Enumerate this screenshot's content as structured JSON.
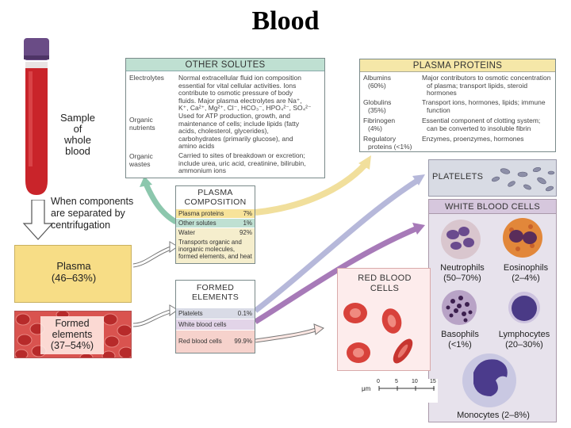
{
  "title": "Blood",
  "tube": {
    "line1": "Sample",
    "line2": "of",
    "line3": "whole",
    "line4": "blood"
  },
  "separation": {
    "line1": "When components",
    "line2": "are separated by",
    "line3": "centrifugation"
  },
  "plasma_box": {
    "label": "Plasma",
    "pct": "(46–63%)"
  },
  "formed_box": {
    "line1": "Formed",
    "line2": "elements",
    "pct": "(37–54%)"
  },
  "other_solutes": {
    "title": "OTHER SOLUTES",
    "rows": [
      {
        "name1": "Electrolytes",
        "name2": "",
        "desc": [
          "Normal extracellular fluid ion composition",
          "essential for vital cellular activities. Ions",
          "contribute to osmotic pressure of body",
          "fluids. Major plasma electrolytes are Na⁺,",
          "K⁺, Ca²⁺, Mg²⁺, Cl⁻, HCO₃⁻, HPO₄²⁻, SO₄²⁻"
        ]
      },
      {
        "name1": "Organic",
        "name2": "nutrients",
        "desc": [
          "Used for ATP production, growth, and",
          "maintenance of cells; include lipids (fatty",
          "acids, cholesterol, glycerides),",
          "carbohydrates (primarily glucose), and",
          "amino acids"
        ]
      },
      {
        "name1": "Organic",
        "name2": "wastes",
        "desc": [
          "Carried to sites of breakdown or excretion;",
          "include urea, uric acid, creatinine, bilirubin,",
          "ammonium ions"
        ]
      }
    ]
  },
  "plasma_proteins": {
    "title": "PLASMA PROTEINS",
    "rows": [
      {
        "name1": "Albumins",
        "name2": "(60%)",
        "desc": [
          "Major contributors to osmotic concentration",
          "of plasma; transport lipids, steroid",
          "hormones"
        ]
      },
      {
        "name1": "Globulins",
        "name2": "(35%)",
        "desc": [
          "Transport ions, hormones, lipids; immune",
          "function"
        ]
      },
      {
        "name1": "Fibrinogen",
        "name2": "(4%)",
        "desc": [
          "Essential component of clotting system;",
          "can be converted to insoluble fibrin"
        ]
      },
      {
        "name1": "Regulatory",
        "name2": "proteins (<1%)",
        "desc": [
          "Enzymes, proenzymes, hormones"
        ]
      }
    ]
  },
  "composition": {
    "title1": "PLASMA",
    "title2": "COMPOSITION",
    "rows": [
      {
        "name": "Plasma proteins",
        "value": "7%",
        "color": "#f7e39a"
      },
      {
        "name": "Other solutes",
        "value": "1%",
        "color": "#bfe0d2"
      },
      {
        "name": "Water",
        "value": "92%",
        "color": "#f5eecd"
      }
    ],
    "water_note": [
      "Transports organic and",
      "inorganic molecules,",
      "formed elements, and heat"
    ]
  },
  "formed_elements": {
    "title1": "FORMED",
    "title2": "ELEMENTS",
    "rows": [
      {
        "name": "Platelets",
        "value": "0.1%",
        "color": "#d9dbe6"
      },
      {
        "name": "White blood cells",
        "value": "",
        "color": "#e2d4e8"
      },
      {
        "name": "Red blood cells",
        "value": "99.9%",
        "color": "#f6d2cc"
      }
    ]
  },
  "platelets": {
    "title": "PLATELETS"
  },
  "wbc": {
    "title": "WHITE BLOOD CELLS",
    "cells": [
      {
        "name": "Neutrophils",
        "pct": "(50–70%)"
      },
      {
        "name": "Eosinophils",
        "pct": "(2–4%)"
      },
      {
        "name": "Basophils",
        "pct": "(<1%)"
      },
      {
        "name": "Lymphocytes",
        "pct": "(20–30%)"
      },
      {
        "name": "Monocytes",
        "pct": "(2–8%)"
      }
    ]
  },
  "rbc": {
    "line1": "RED BLOOD",
    "line2": "CELLS"
  },
  "scale": {
    "ticks": [
      "0",
      "5",
      "10",
      "15"
    ],
    "unit": "μm"
  },
  "colors": {
    "plasma": "#f7dd86",
    "blood": "#c0282d",
    "solutes": "#bfe0d2",
    "proteins": "#f5e7a8",
    "platelets": "#d8dbe4",
    "wbc": "#d6c7dd",
    "rbc": "#fdecec"
  }
}
